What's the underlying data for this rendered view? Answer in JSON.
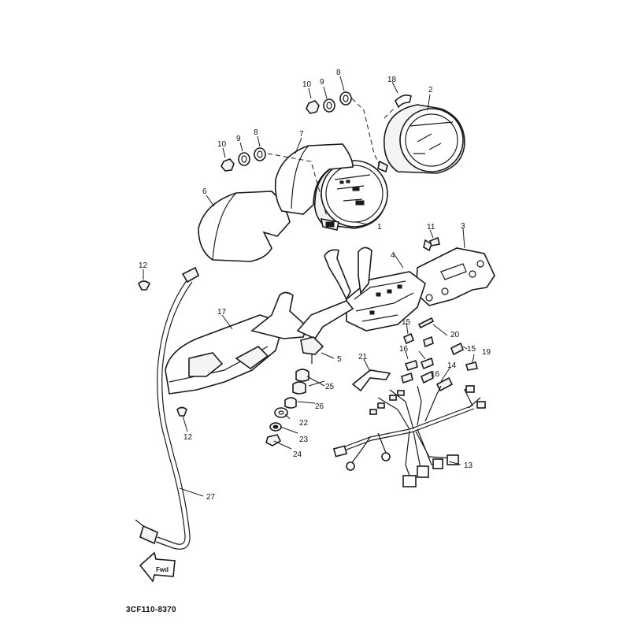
{
  "diagram": {
    "callouts": [
      "1",
      "2",
      "3",
      "4",
      "5",
      "6",
      "7",
      "8",
      "8",
      "9",
      "9",
      "10",
      "10",
      "11",
      "12",
      "12",
      "13",
      "14",
      "15",
      "15",
      "16",
      "16",
      "17",
      "18",
      "19",
      "20",
      "21",
      "22",
      "23",
      "24",
      "25",
      "26",
      "27"
    ],
    "fwd_label": "Fwd",
    "part_code": "3CF110-8370"
  }
}
